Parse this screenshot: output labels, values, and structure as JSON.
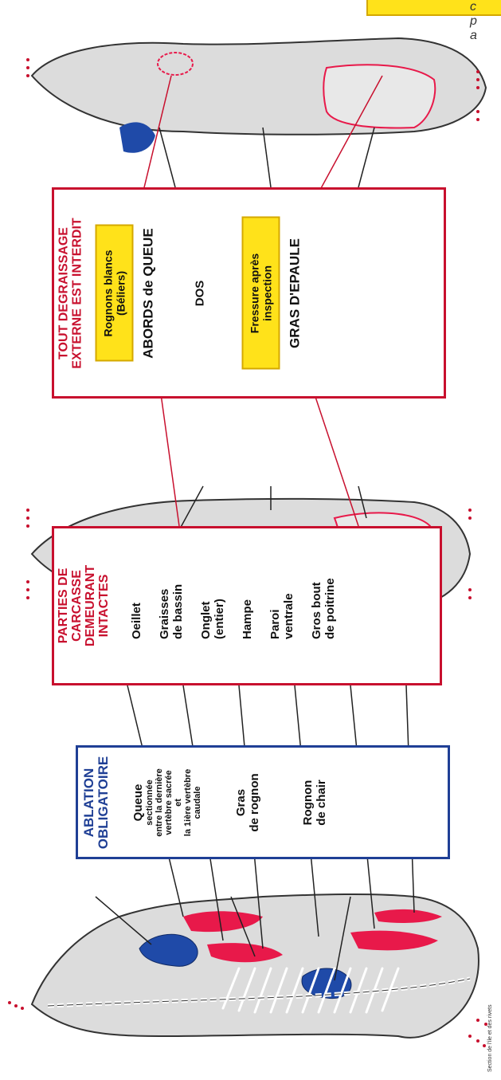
{
  "ablation": {
    "title_line1": "ABLATION",
    "title_line2": "OBLIGATOIRE",
    "queue_title": "Queue",
    "queue_line1": "sectionnée",
    "queue_line2": "entre la dernière",
    "queue_line3": "vertèbre sacrée",
    "queue_line4": "et",
    "queue_line5": "la 1ière vertèbre",
    "queue_line6": "caudale",
    "gras_line1": "Gras",
    "gras_line2": "de rognon",
    "rognon_line1": "Rognon",
    "rognon_line2": "de chair"
  },
  "intactes": {
    "title_line1": "PARTIES DE CARCASSE",
    "title_line2": "DEMEURANT INTACTES",
    "items": [
      {
        "l1": "Oeillet",
        "l2": ""
      },
      {
        "l1": "Graisses",
        "l2": "de bassin"
      },
      {
        "l1": "Onglet",
        "l2": "(entier)"
      },
      {
        "l1": "Hampe",
        "l2": ""
      },
      {
        "l1": "Paroi",
        "l2": "ventrale"
      },
      {
        "l1": "Gros bout",
        "l2": "de poitrine"
      }
    ]
  },
  "degraissage": {
    "title_line1": "TOUT DEGRAISSAGE",
    "title_line2": "EXTERNE EST INTERDIT",
    "rognons_line1": "Rognons blancs",
    "rognons_line2": "(Béliers)",
    "abords": "ABORDS de QUEUE",
    "dos": "DOS",
    "fressure_line1": "Fressure après",
    "fressure_line2": "inspection",
    "gras_epaule": "GRAS D'EPAULE"
  },
  "caption": "Section de l'ile et des rivets",
  "colors": {
    "red": "#c8102e",
    "blue": "#1f3f95",
    "yellow": "#ffe21a",
    "carcass_fill": "#dcdcdc",
    "organ_blue": "#1f4aa8",
    "organ_red": "#e8194a"
  }
}
